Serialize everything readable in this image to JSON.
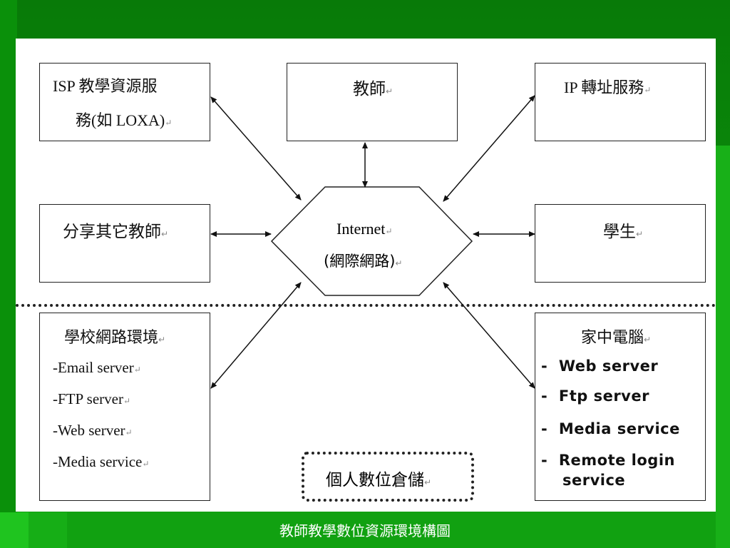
{
  "nodes": {
    "isp": {
      "line1": "ISP 教學資源服",
      "line2": "務(如 LOXA)"
    },
    "teacher": {
      "label": "教師"
    },
    "ip": {
      "label": "IP 轉址服務"
    },
    "share": {
      "label": "分享其它教師"
    },
    "internet": {
      "line1": "Internet",
      "line2": "(網際網路)"
    },
    "student": {
      "label": "學生"
    },
    "school": {
      "title": "學校網路環境",
      "items": [
        "-Email server",
        "-FTP server",
        "-Web server",
        "-Media service"
      ]
    },
    "home": {
      "title": "家中電腦",
      "items": [
        "Web server",
        "Ftp server",
        "Media service",
        "Remote login",
        "service"
      ]
    },
    "storage": {
      "label": "個人數位倉儲"
    }
  },
  "caption": "教師教學數位資源環境構圖",
  "return_mark": "↵",
  "bullet": "-"
}
